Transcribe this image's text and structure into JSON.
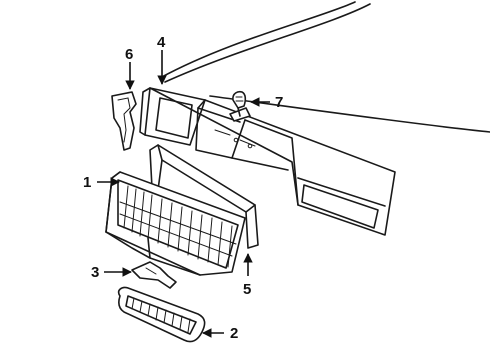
{
  "callouts": [
    {
      "id": "1",
      "label": "1"
    },
    {
      "id": "2",
      "label": "2"
    },
    {
      "id": "3",
      "label": "3"
    },
    {
      "id": "4",
      "label": "4"
    },
    {
      "id": "5",
      "label": "5"
    },
    {
      "id": "6",
      "label": "6"
    },
    {
      "id": "7",
      "label": "7"
    }
  ]
}
